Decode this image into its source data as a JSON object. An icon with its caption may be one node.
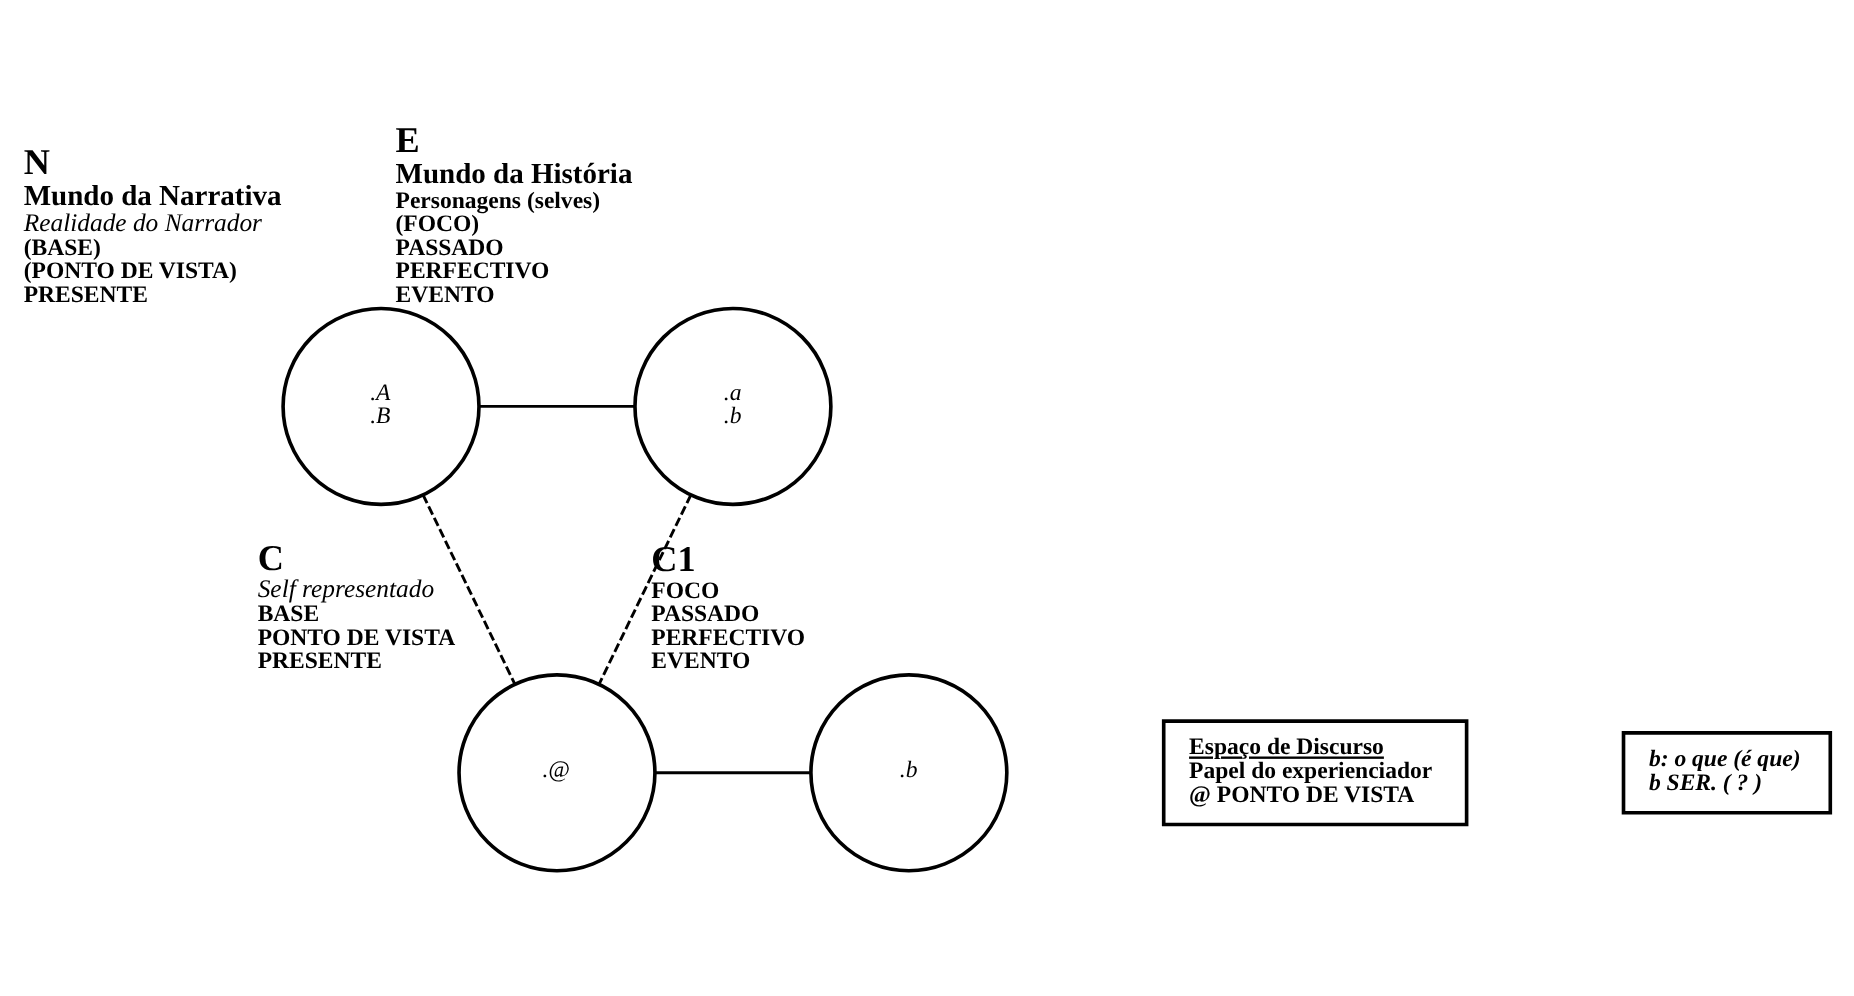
{
  "diagram": {
    "nodes": [
      {
        "text": [
          ".A",
          ".B"
        ],
        "beside": [
          "N",
          "Mundo da Narrativa",
          "Realidade do Narrador",
          "(BASE)",
          "(PONTO DE VISTA)",
          "PRESENTE"
        ]
      },
      {
        "text": [
          ".a",
          ".b"
        ],
        "beside": [
          "E",
          "Mundo da História",
          "Personagens (selves)",
          "(FOCO)",
          "PASSADO",
          "PERFECTIVO",
          "EVENTO"
        ]
      },
      {
        "text": [
          ".@"
        ],
        "beside": [
          "C",
          "Self representado",
          "BASE",
          "PONTO DE VISTA",
          "PRESENTE"
        ]
      },
      {
        "text": [
          ".b"
        ],
        "beside": [
          "C1",
          "FOCO",
          "PASSADO",
          "PERFECTIVO",
          "EVENTO"
        ]
      },
      {
        "text": [
          "Espaço de Discurso",
          "Papel do experienciador",
          "@ PONTO DE VISTA"
        ]
      },
      {
        "text": [
          "b: o que (é que)",
          "b SER. ( ? )"
        ]
      }
    ],
    "edges": [
      {
        "from": 0,
        "to": 1,
        "arrow": "none"
      },
      {
        "from": 0,
        "to": 2,
        "arrow": "none",
        "style": "dashed"
      },
      {
        "from": 1,
        "to": 2,
        "arrow": "none",
        "style": "dashed"
      },
      {
        "from": 2,
        "to": 3,
        "arrow": "none"
      }
    ]
  }
}
